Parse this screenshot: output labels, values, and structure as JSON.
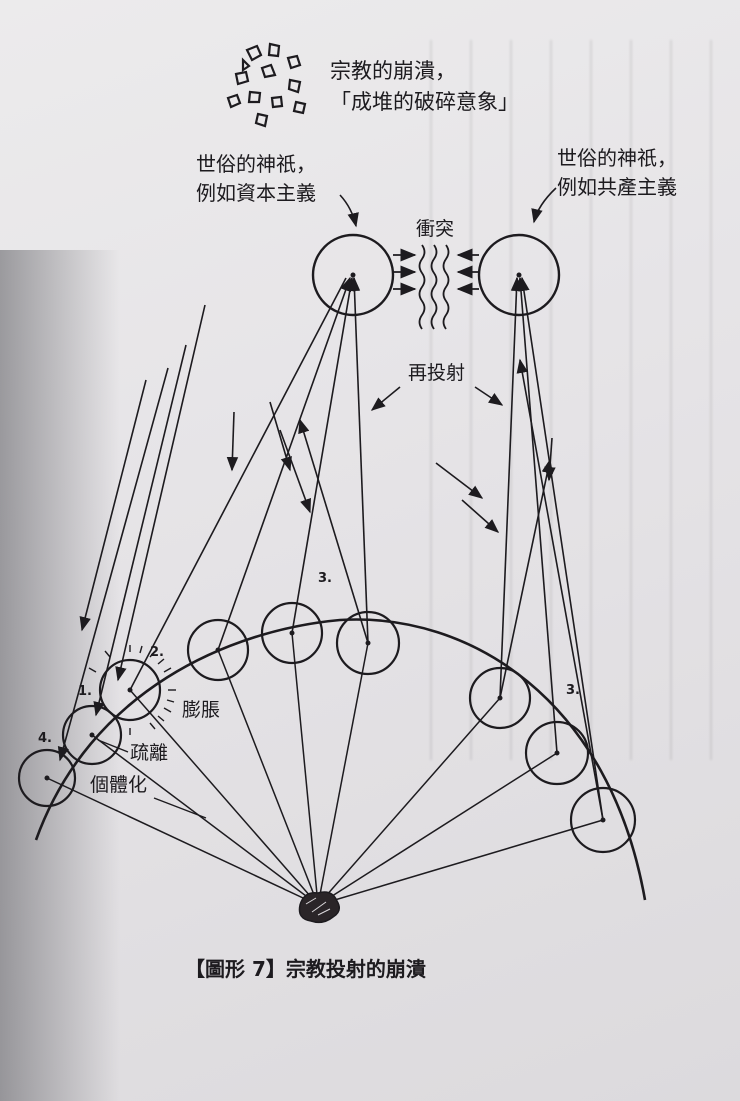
{
  "labels": {
    "collapse_title": "宗教的崩潰，",
    "collapse_sub": "「成堆的破碎意象」",
    "left_god_1": "世俗的神祇，",
    "left_god_2": "例如資本主義",
    "right_god_1": "世俗的神祇，",
    "right_god_2": "例如共產主義",
    "conflict": "衝突",
    "reprojection": "再投射",
    "expansion": "膨脹",
    "separation": "疏離",
    "individuation": "個體化",
    "marker_1": "1.",
    "marker_2": "2.",
    "marker_3a": "3.",
    "marker_3b": "3.",
    "marker_4": "4."
  },
  "caption": "【圖形 7】宗教投射的崩潰",
  "colors": {
    "ink": "#1d1b1f",
    "paper": "#e9e7ea"
  }
}
